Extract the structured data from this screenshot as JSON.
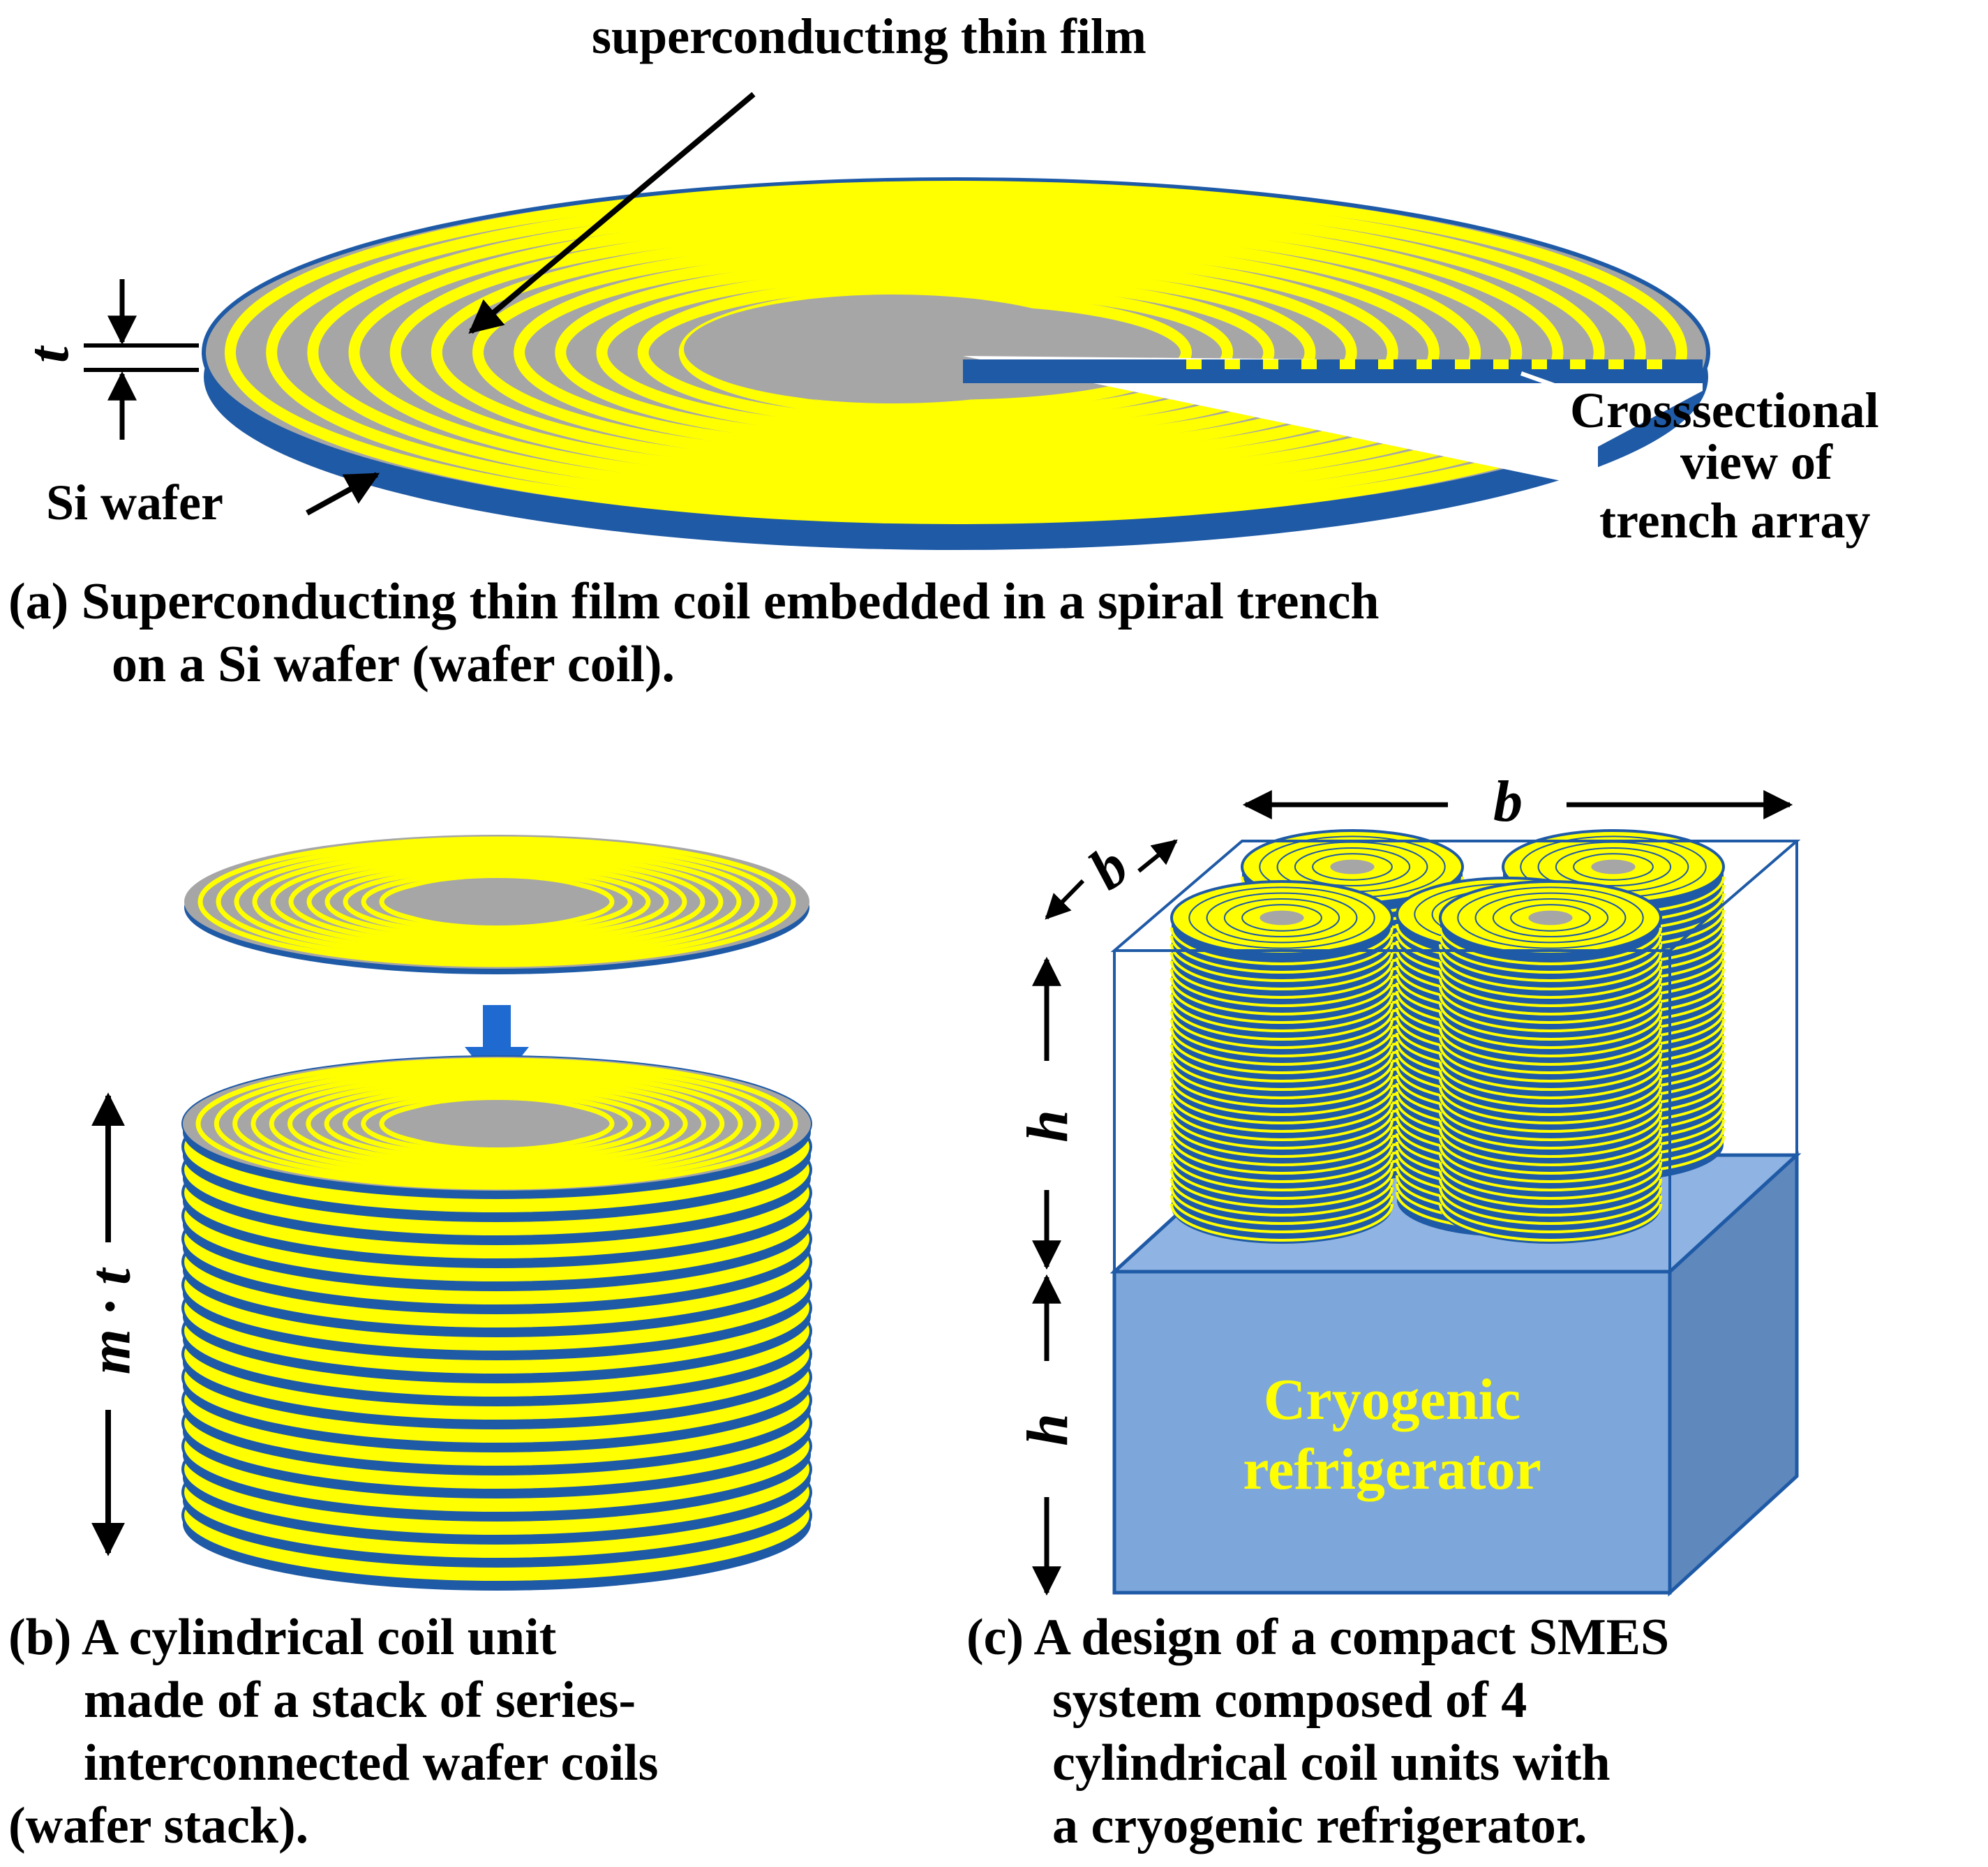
{
  "panel_a": {
    "callout_film": "superconducting thin film",
    "callout_wafer": "Si wafer",
    "dim_t": "t",
    "callout_cross": [
      "Crosssectional",
      "view of",
      "trench array"
    ],
    "caption": [
      "(a) Superconducting thin film coil embedded in a spiral trench",
      "on a Si wafer (wafer coil)."
    ]
  },
  "panel_b": {
    "dim_mt": "m · t",
    "caption": [
      "(b) A cylindrical coil unit",
      "made of a stack of series-",
      "interconnected wafer coils",
      "(wafer stack)."
    ]
  },
  "panel_c": {
    "dim_b_top": "b",
    "dim_b_side": "b",
    "dim_h_upper": "h",
    "dim_h_lower": "h",
    "box_label": [
      "Cryogenic",
      "refrigerator"
    ],
    "caption": [
      "(c) A design of a compact SMES",
      "system composed of 4",
      "cylindrical coil units with",
      "a cryogenic refrigerator."
    ]
  },
  "colors": {
    "film_yellow": "#ffff00",
    "wafer_gray": "#a6a6a6",
    "wafer_blue": "#1f5aa6",
    "refrigerator_blue": "#7da7db",
    "refrigerator_side": "#5f88bd",
    "arrow_blue": "#1f6ad1"
  }
}
